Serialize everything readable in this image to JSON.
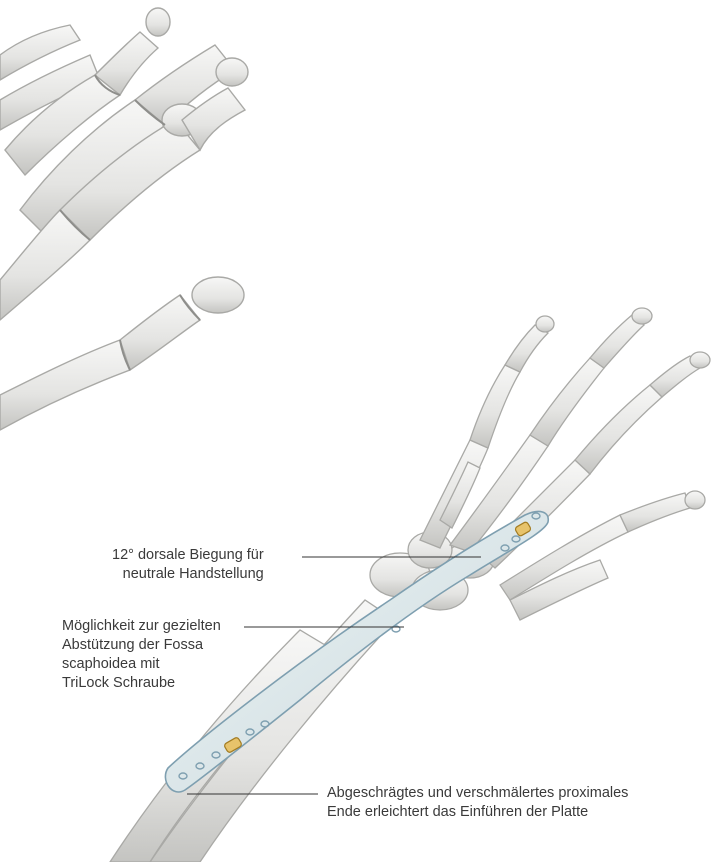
{
  "annotations": {
    "bend": {
      "line1": "12° dorsale Biegung für",
      "line2": "neutrale Handstellung"
    },
    "fossa": {
      "line1": "Möglichkeit zur gezielten",
      "line2": "Abstützung der Fossa",
      "line3": "scaphoidea mit",
      "line4": "TriLock Schraube"
    },
    "proximal": {
      "line1": "Abgeschrägtes und verschmälertes proximales",
      "line2": "Ende erleichtert das Einführen der Platte"
    }
  },
  "colors": {
    "bone": "#e9e9e7",
    "bone_shadow": "#b9b9b6",
    "plate": "#d8e4e6",
    "plate_edge": "#7e9fb0",
    "screw": "#d9a53a",
    "leader": "#333333",
    "text": "#3a3a3a"
  }
}
